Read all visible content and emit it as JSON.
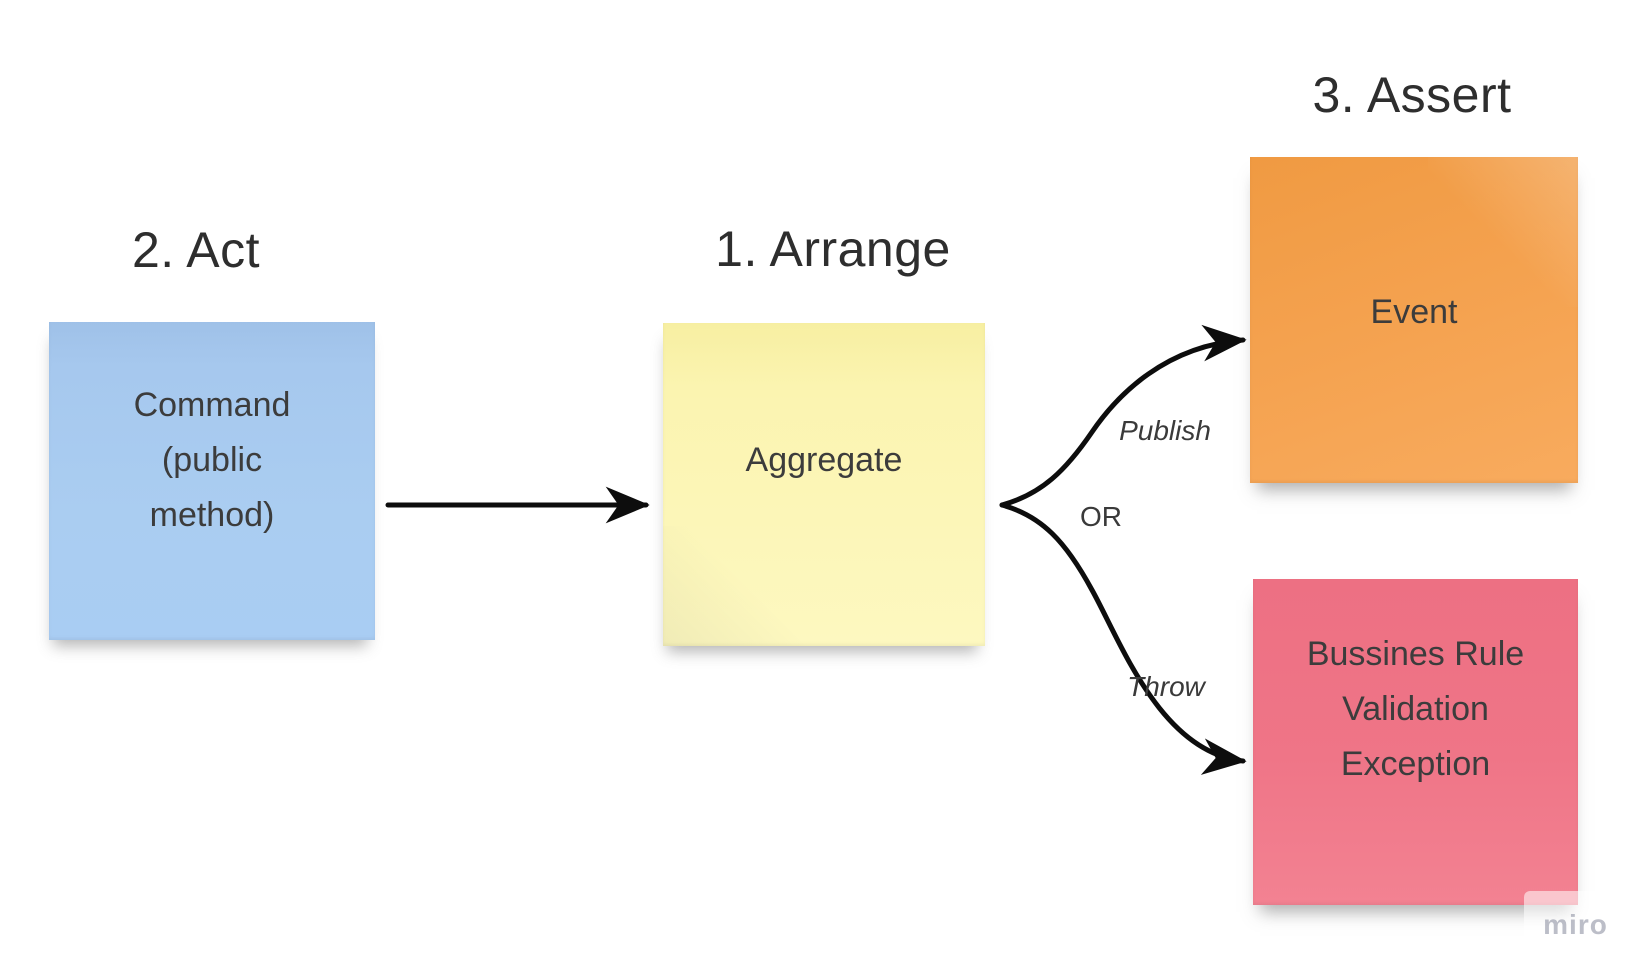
{
  "headings": {
    "arrange": "1. Arrange",
    "act": "2. Act",
    "assert": "3. Assert"
  },
  "notes": {
    "command": {
      "text": "Command (public method)",
      "color": "#a6c8ee"
    },
    "aggregate": {
      "text": "Aggregate",
      "color": "#fbf5b5"
    },
    "event": {
      "text": "Event",
      "color": "#f5a351"
    },
    "exception": {
      "text": "Bussines Rule Validation Exception",
      "color": "#ef7587"
    }
  },
  "connectors": {
    "publish_label": "Publish",
    "or_label": "OR",
    "throw_label": "Throw",
    "stroke_color": "#0d0d0d"
  },
  "watermark": {
    "label": "miro"
  }
}
